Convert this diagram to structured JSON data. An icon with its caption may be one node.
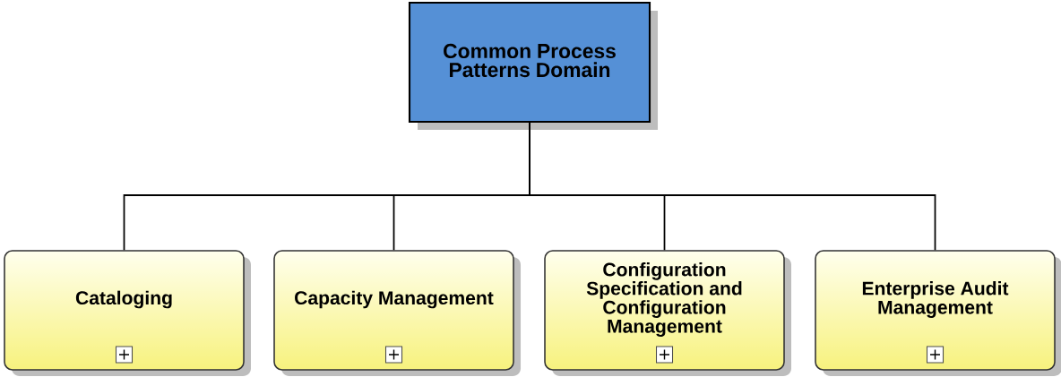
{
  "diagram": {
    "nodes": [
      {
        "text": [
          "Common Process Patterns Domain"
        ]
      },
      {
        "text": [
          "Cataloging"
        ]
      },
      {
        "text": [
          "Capacity Management"
        ]
      },
      {
        "text": [
          "Configuration Specification and Configuration Management"
        ]
      },
      {
        "text": [
          "Enterprise Audit Management"
        ]
      }
    ],
    "edges": [
      {
        "from": 0,
        "to": 1,
        "arrow": "none"
      },
      {
        "from": 0,
        "to": 2,
        "arrow": "none"
      },
      {
        "from": 0,
        "to": 3,
        "arrow": "none"
      },
      {
        "from": 0,
        "to": 4,
        "arrow": "none"
      }
    ]
  }
}
